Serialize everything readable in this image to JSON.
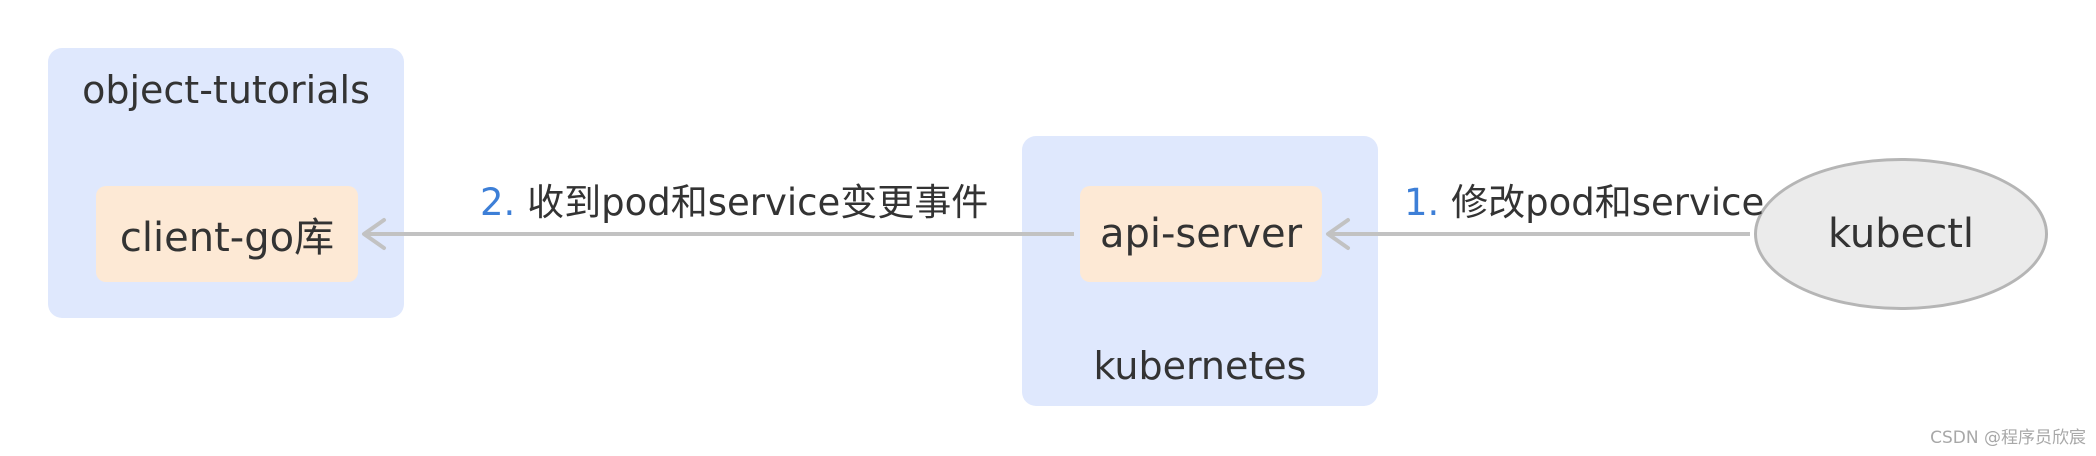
{
  "groups": {
    "object_tutorials": {
      "title": "object-tutorials"
    },
    "kubernetes": {
      "title": "kubernetes"
    }
  },
  "nodes": {
    "client_go": {
      "label": "client-go库"
    },
    "api_server": {
      "label": "api-server"
    },
    "kubectl": {
      "label": "kubectl"
    }
  },
  "edges": {
    "step1": {
      "number": "1.",
      "text": "修改pod和service"
    },
    "step2": {
      "number": "2.",
      "text": "收到pod和service变更事件"
    }
  },
  "watermark": "CSDN @程序员欣宸",
  "colors": {
    "group_fill": "#dfe8fd",
    "node_fill": "#fde9d5",
    "ellipse_fill": "#ebebeb",
    "ellipse_stroke": "#b5b5b5",
    "arrow": "#c2c2c2",
    "step_number": "#3d7fd7"
  }
}
